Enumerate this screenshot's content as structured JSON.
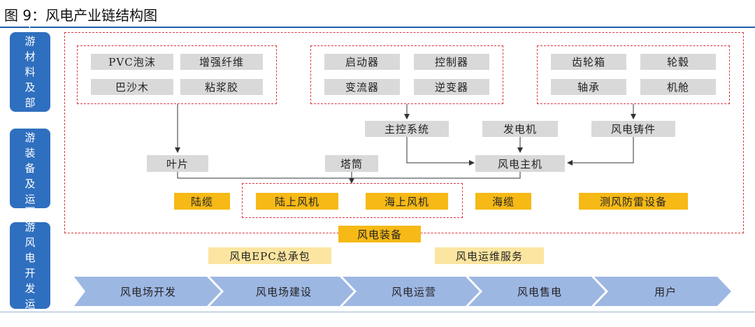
{
  "title": "图 9：风电产业链结构图",
  "side_labels": {
    "upstream": "上游材料及部件",
    "midstream": "中游装备及运维",
    "downstream": "下游风电开发运营"
  },
  "upstream": {
    "blade_materials": [
      "PVC泡沫",
      "增强纤维",
      "巴沙木",
      "粘浆胶"
    ],
    "control_parts": [
      "启动器",
      "控制器",
      "变流器",
      "逆变器"
    ],
    "mechanical_parts": [
      "齿轮箱",
      "轮毂",
      "轴承",
      "机舱"
    ]
  },
  "midstream": {
    "main_control": "主控系统",
    "generator": "发电机",
    "castings": "风电铸件",
    "blade": "叶片",
    "tower": "塔筒",
    "main_unit": "风电主机",
    "equipment": [
      "陆缆",
      "陆上风机",
      "海上风机",
      "海缆",
      "测风防雷设备"
    ],
    "wind_equipment": "风电装备"
  },
  "downstream": {
    "epc": "风电EPC总承包",
    "om_service": "风电运维服务",
    "stages": [
      "风电场开发",
      "风电场建设",
      "风电运营",
      "风电售电",
      "用户"
    ]
  },
  "colors": {
    "side_blue": "#2f6fbf",
    "dashed_red": "#d9363e",
    "gray_box": "#d9d9d9",
    "yellow_box": "#f6b916",
    "light_yellow_box": "#fbe5a0",
    "chevron": "#9db7e3"
  }
}
